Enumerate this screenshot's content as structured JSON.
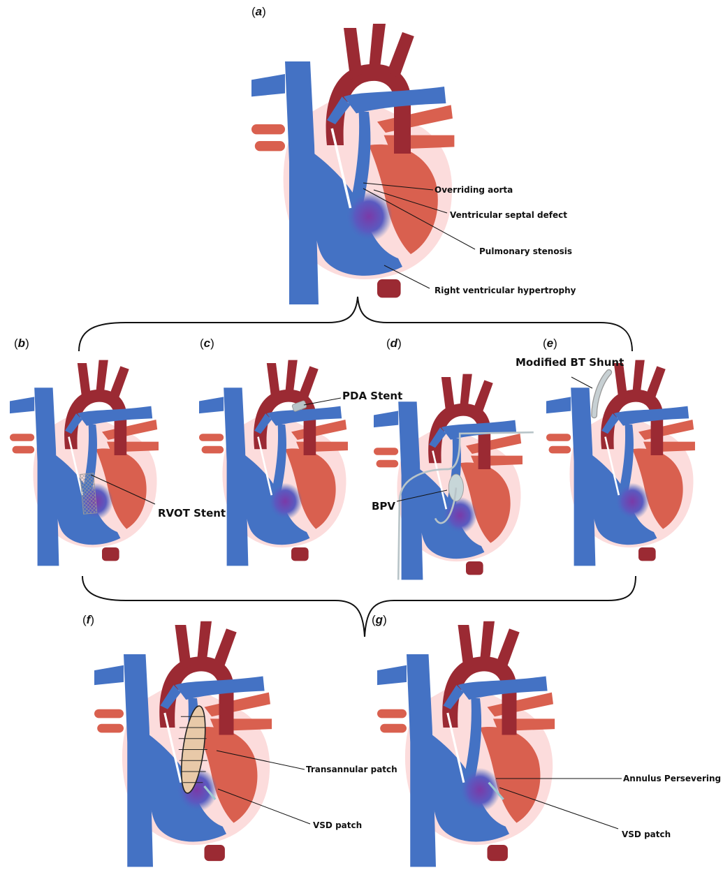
{
  "panels": {
    "a": {
      "label": "a"
    },
    "b": {
      "label": "b"
    },
    "c": {
      "label": "c"
    },
    "d": {
      "label": "d"
    },
    "e": {
      "label": "e"
    },
    "f": {
      "label": "f"
    },
    "g": {
      "label": "g"
    }
  },
  "annotations": {
    "overriding_aorta": "Overriding aorta",
    "vsd": "Ventricular septal defect",
    "pulmonary_stenosis": "Pulmonary stenosis",
    "rvh": "Right ventricular hypertrophy",
    "rvot_stent": "RVOT Stent",
    "pda_stent": "PDA Stent",
    "bpv": "BPV",
    "bt_shunt": "Modified BT Shunt",
    "transannular_patch": "Transannular patch",
    "vsd_patch_f": "VSD patch",
    "annulus_repair": "Annulus Persevering Repair",
    "vsd_patch_g": "VSD patch"
  },
  "colors": {
    "deoxygenated": "#4472c4",
    "oxygenated": "#9b2a33",
    "left_heart": "#d9604f",
    "myocardium_outline": "#fcdcdc",
    "hypertrophy": "#6a3fa0",
    "patch": "#e8c9a8",
    "device": "#b8c4c8"
  }
}
